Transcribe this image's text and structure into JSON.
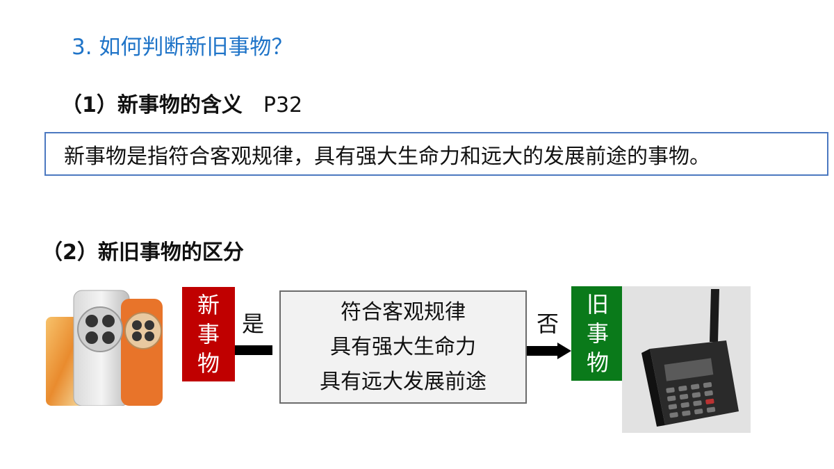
{
  "heading": "3. 如何判断新旧事物？",
  "section1": {
    "title": "（1）新事物的含义",
    "page_ref": "P32"
  },
  "definition": "新事物是指符合客观规律，具有强大生命力和远大的发展前途的事物。",
  "section2": {
    "title": "（2）新旧事物的区分"
  },
  "diagram": {
    "new_thing": [
      "新",
      "事",
      "物"
    ],
    "old_thing": [
      "旧",
      "事",
      "物"
    ],
    "yes_label": "是",
    "no_label": "否",
    "criteria": [
      "符合客观规律",
      "具有强大生命力",
      "具有远大发展前途"
    ]
  },
  "colors": {
    "heading": "#1f74c8",
    "new_box": "#c00000",
    "old_box": "#0a7a1a",
    "definition_border": "#4b78c0"
  },
  "icons": {
    "new_phone": "modern-smartphone-image",
    "old_phone": "vintage-mobile-phone-image"
  }
}
